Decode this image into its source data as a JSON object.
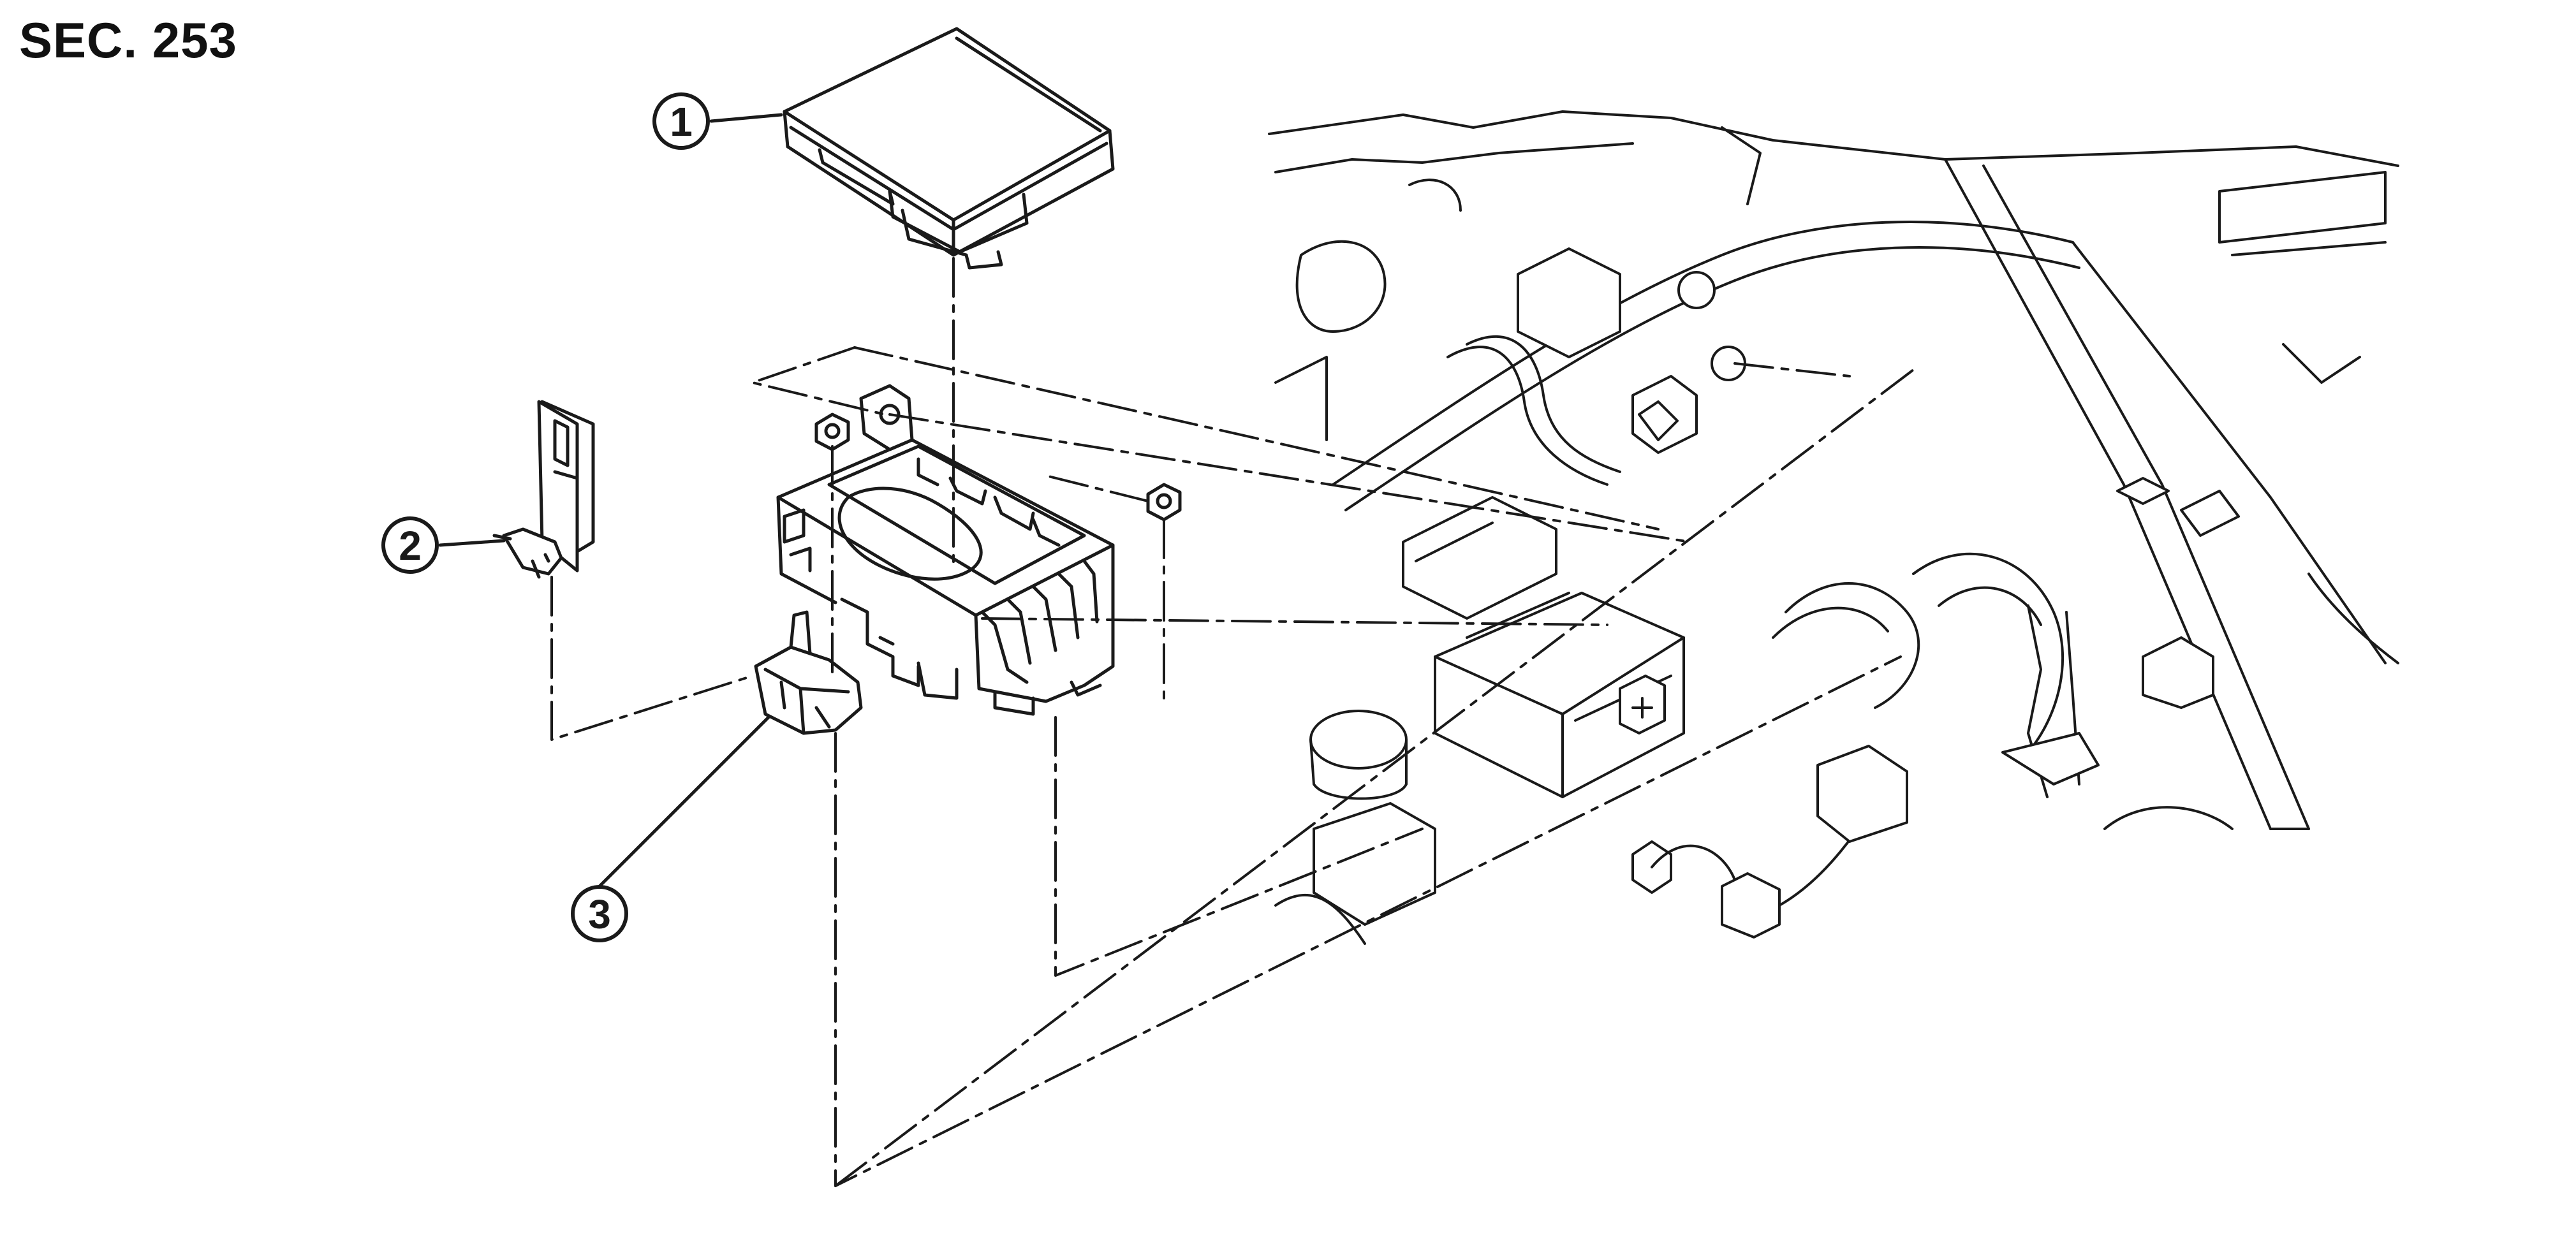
{
  "section_label": "SEC. 253",
  "callouts": [
    {
      "number": "1"
    },
    {
      "number": "2"
    },
    {
      "number": "3"
    }
  ],
  "colors": {
    "line": "#1a1a1a",
    "background": "#ffffff"
  }
}
